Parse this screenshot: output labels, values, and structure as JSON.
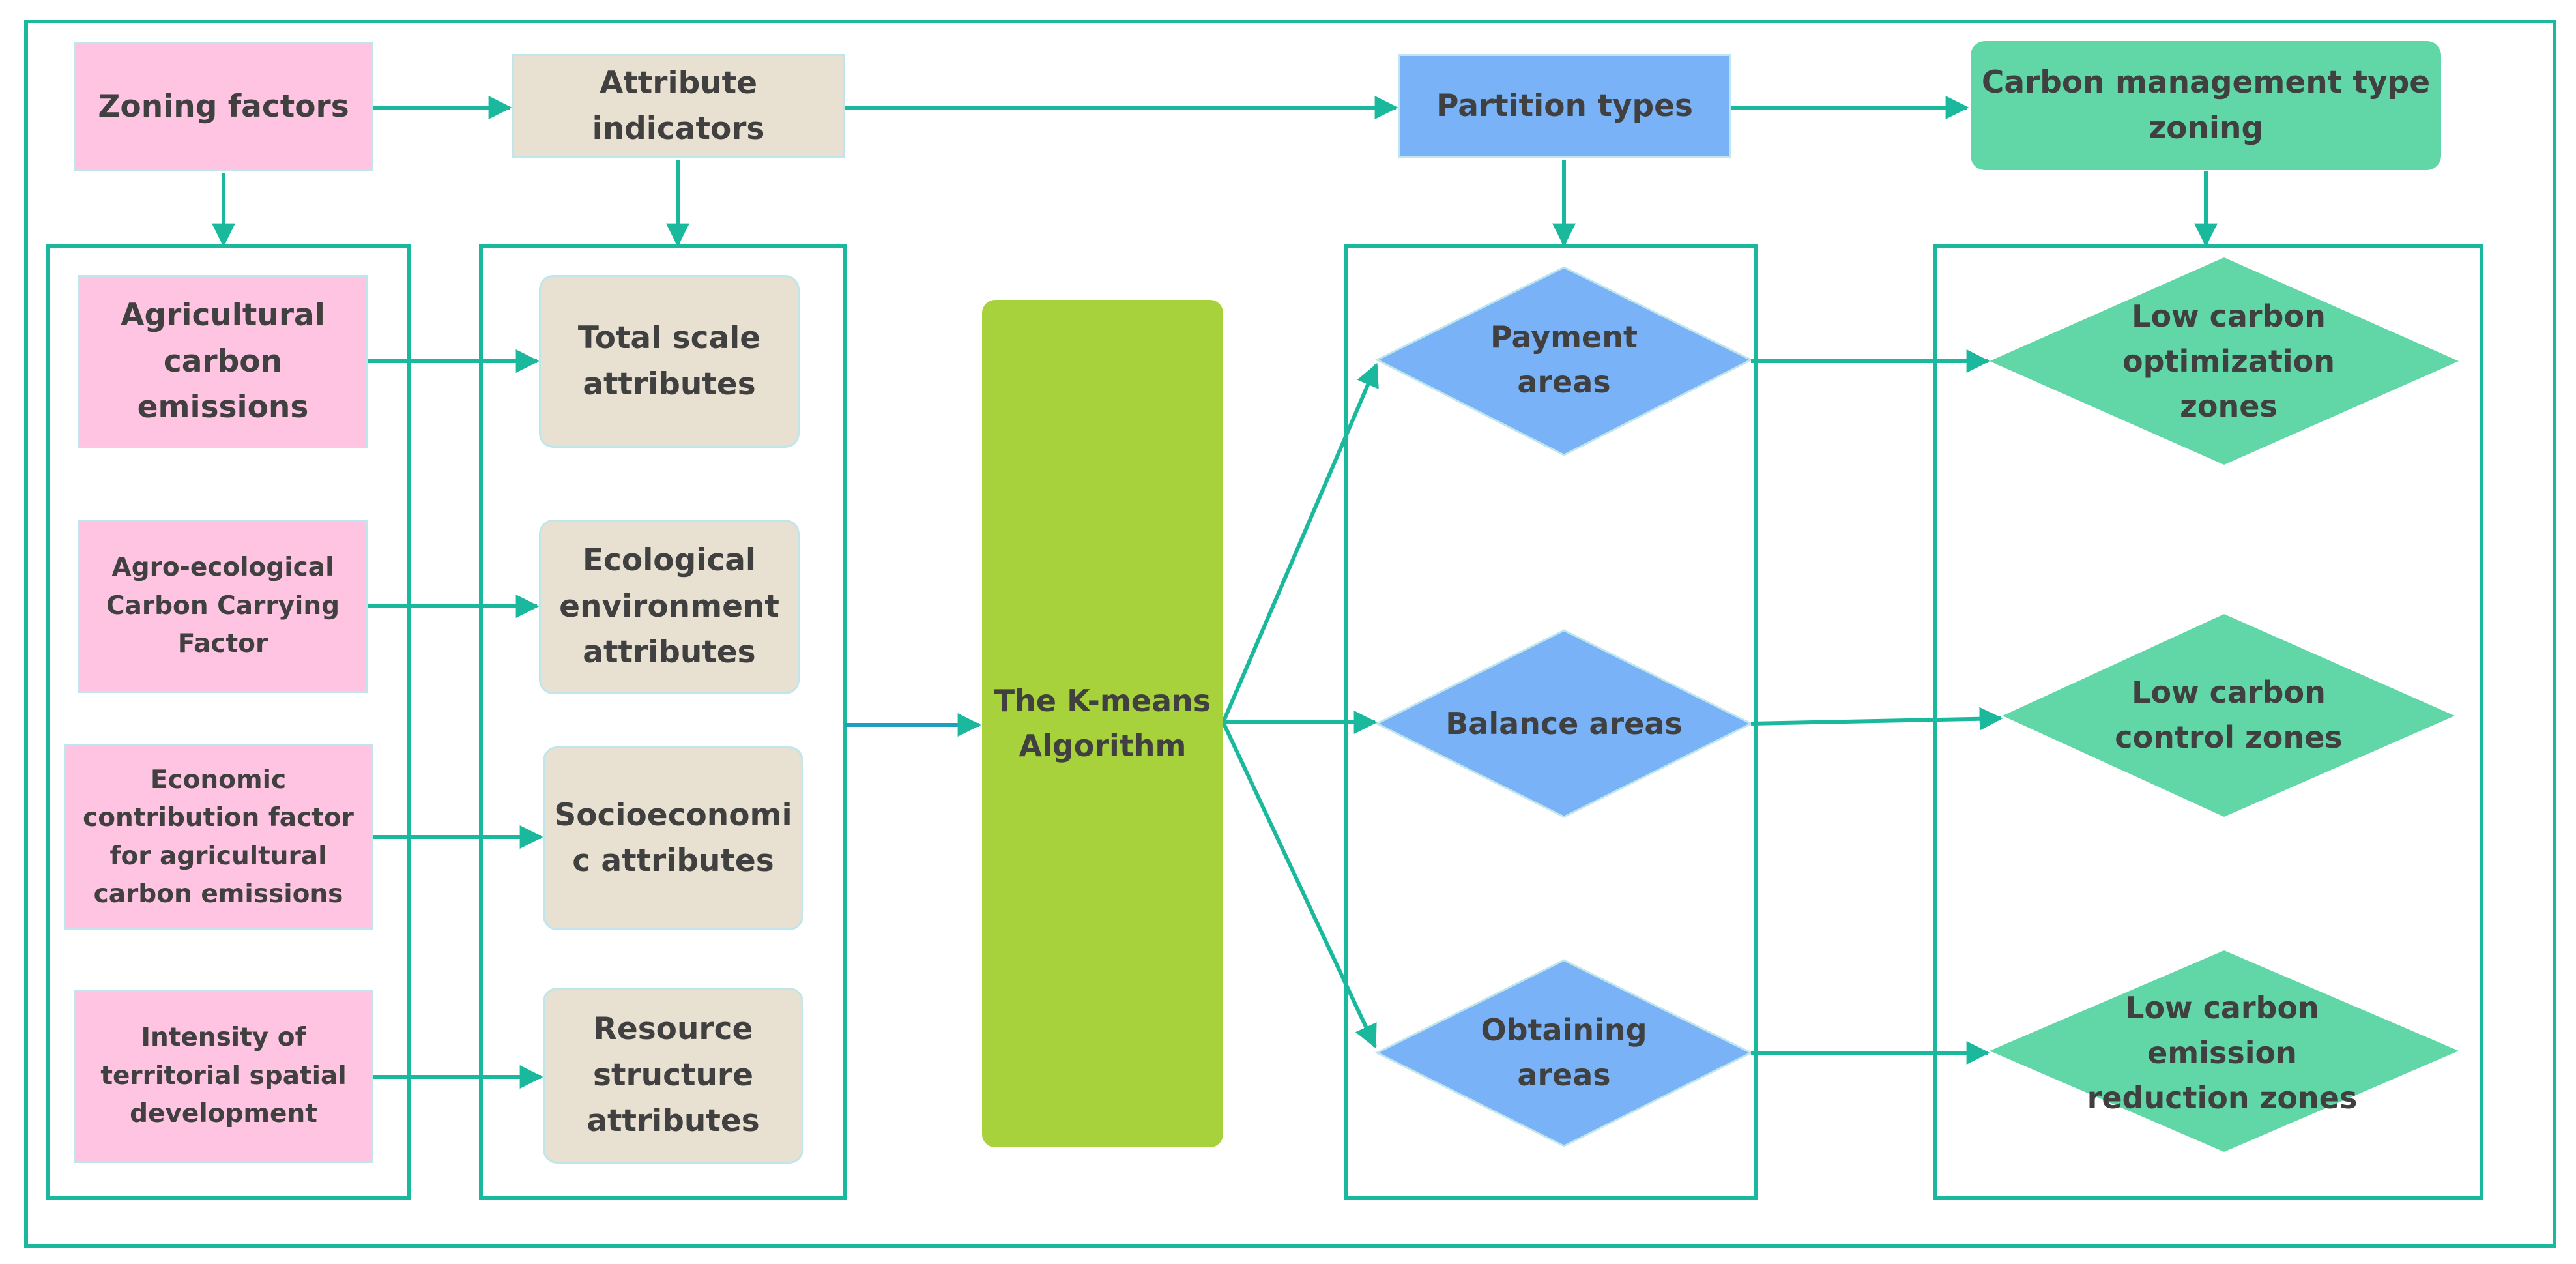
{
  "colors": {
    "line": "#1ab89c",
    "pink": "#ffc4e2",
    "beige": "#e8e0d1",
    "blue": "#79b2f6",
    "green": "#61d7a8",
    "kmeans": "#a7d23b",
    "text": "#404040"
  },
  "headers": {
    "zoning_factors": "Zoning factors",
    "attribute_indicators": "Attribute indicators",
    "partition_types": "Partition types",
    "carbon_management": "Carbon management type\nzoning"
  },
  "factors": [
    "Agricultural\ncarbon\nemissions",
    "Agro-ecological\nCarbon Carrying\nFactor",
    "Economic\ncontribution factor\nfor agricultural\ncarbon emissions",
    "Intensity of\nterritorial spatial\ndevelopment"
  ],
  "attributes": [
    "Total scale\nattributes",
    "Ecological\nenvironment\nattributes",
    "Socioeconomi\nc attributes",
    "Resource\nstructure\nattributes"
  ],
  "algorithm": "The K-means\nAlgorithm",
  "partitions": [
    "Payment\nareas",
    "Balance areas",
    "Obtaining\nareas"
  ],
  "zones": [
    "Low carbon\noptimization\nzones",
    "Low carbon\ncontrol zones",
    "Low carbon\nemission\nreduction zones"
  ]
}
